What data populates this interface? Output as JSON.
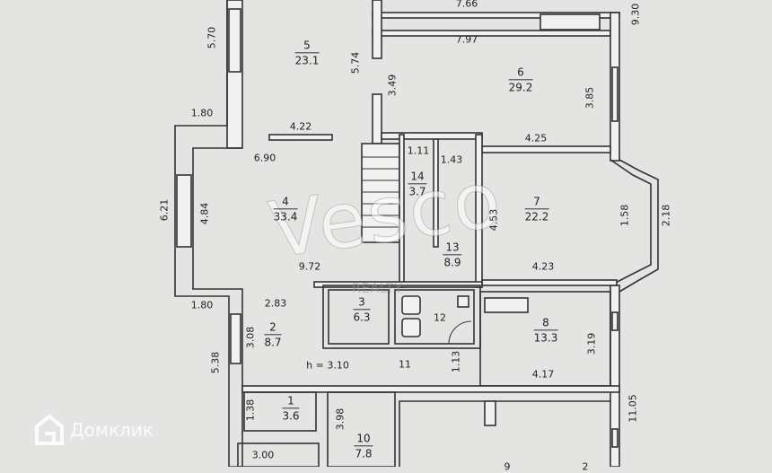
{
  "rooms": [
    {
      "num": "1",
      "area": "3.6"
    },
    {
      "num": "2",
      "area": "8.7"
    },
    {
      "num": "3",
      "area": "6.3"
    },
    {
      "num": "4",
      "area": "33.4"
    },
    {
      "num": "5",
      "area": "23.1"
    },
    {
      "num": "6",
      "area": "29.2"
    },
    {
      "num": "7",
      "area": "22.2"
    },
    {
      "num": "8",
      "area": "13.3"
    },
    {
      "num": "10",
      "area": "7.8"
    },
    {
      "num": "13",
      "area": "8.9"
    },
    {
      "num": "14",
      "area": "3.7"
    }
  ],
  "room_labels_plain": {
    "r11": "11",
    "r12": "12",
    "r9": "9",
    "r_partial": "2"
  },
  "ceiling_height": "h = 3.10",
  "dimensions": {
    "d766": "7.66",
    "d930": "9.30",
    "d797": "7.97",
    "d570": "5.70",
    "d574": "5.74",
    "d349": "3.49",
    "d385": "3.85",
    "d180a": "1.80",
    "d422": "4.22",
    "d425": "4.25",
    "d690": "6.90",
    "d111": "1.11",
    "d143": "1.43",
    "d621": "6.21",
    "d484": "4.84",
    "d453": "4.53",
    "d158": "1.58",
    "d218": "2.18",
    "d972": "9.72",
    "d423": "4.23",
    "d180b": "1.80",
    "d283": "2.83",
    "d308": "3.08",
    "d319": "3.19",
    "d538": "5.38",
    "d113": "1.13",
    "d417": "4.17",
    "d1105": "11.05",
    "d138": "1.38",
    "d398": "3.98",
    "d300": "3.00"
  },
  "watermarks": {
    "brand": "Vesco",
    "sub": "REALTY",
    "site": "Домклик"
  }
}
